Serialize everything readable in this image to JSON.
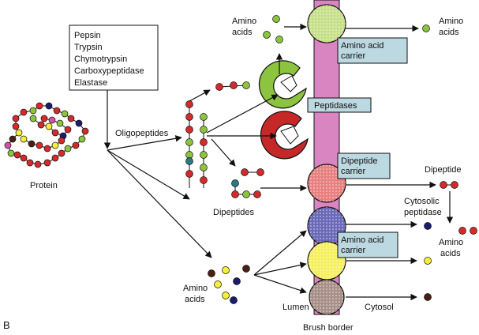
{
  "figure_label": "B",
  "enzymes_box": {
    "lines": [
      "Pepsin",
      "Trypsin",
      "Chymotrypsin",
      "Carboxypeptidase",
      "Elastase"
    ]
  },
  "labels": {
    "protein": "Protein",
    "oligopeptides": "Oligopeptides",
    "dipeptides": "Dipeptides",
    "amino_acids_top_1": "Amino",
    "amino_acids_top_2": "acids",
    "amino_acids_right_1": "Amino",
    "amino_acids_right_2": "acids",
    "amino_acids_bottom_1": "Amino",
    "amino_acids_bottom_2": "acids",
    "amino_acids_cyto_1": "Amino",
    "amino_acids_cyto_2": "acids",
    "dipeptide": "Dipeptide",
    "cytosolic_1": "Cytosolic",
    "cytosolic_2": "peptidase",
    "lumen": "Lumen",
    "cytosol": "Cytosol",
    "brush_border": "Brush border"
  },
  "callouts": {
    "amino_acid_carrier_top_1": "Amino acid",
    "amino_acid_carrier_top_2": "carrier",
    "peptidases": "Peptidases",
    "dipeptide_carrier_1": "Dipeptide",
    "dipeptide_carrier_2": "carrier",
    "amino_acid_carrier_bottom_1": "Amino acid",
    "amino_acid_carrier_bottom_2": "carrier"
  },
  "colors": {
    "membrane": "#d985c1",
    "callout_fill": "#bcd8e0",
    "green": "#8cc43f",
    "red": "#d42a2a",
    "dark_red": "#b01e1e",
    "navy": "#1c1c6e",
    "teal": "#2a7a86",
    "yellow": "#f5ee3a",
    "brown": "#4a1f14",
    "magenta": "#d64fa8",
    "carrier_green": "#c6e08a",
    "carrier_red": "#e88080",
    "carrier_blue": "#6a6ab8",
    "carrier_yellow": "#f5f060",
    "carrier_brown": "#a89088"
  }
}
